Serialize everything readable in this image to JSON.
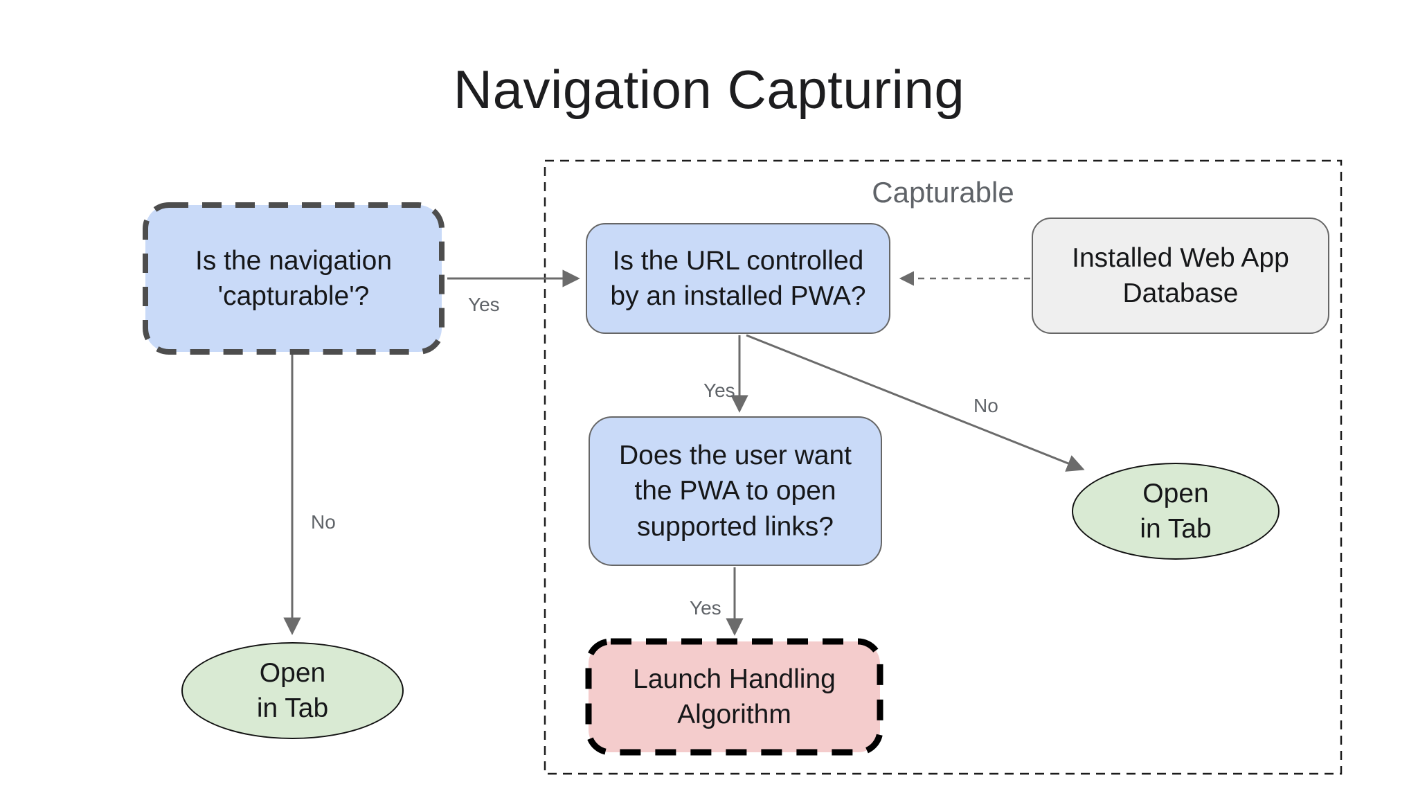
{
  "title": "Navigation Capturing",
  "colors": {
    "node-blue": "#c9daf8",
    "node-green": "#d9ead3",
    "node-red": "#f4cccc",
    "node-gray": "#efefef",
    "border-gray": "#666666",
    "border-dark": "#4d4d4d",
    "border-black": "#000000",
    "arrow-gray": "#6b6b6b",
    "label-gray": "#5f6368",
    "text-dark": "#161719"
  },
  "container": {
    "label": "Capturable"
  },
  "nodes": {
    "nav_capturable": {
      "line1": "Is the navigation",
      "line2": "'capturable'?"
    },
    "url_controlled": {
      "line1": "Is the URL controlled",
      "line2": "by an installed PWA?"
    },
    "installed_db": {
      "line1": "Installed Web App",
      "line2": "Database"
    },
    "user_wants": {
      "line1": "Does the user want",
      "line2": "the PWA to open",
      "line3": "supported links?"
    },
    "launch_handling": {
      "line1": "Launch Handling",
      "line2": "Algorithm"
    },
    "open_tab_left": {
      "line1": "Open",
      "line2": "in Tab"
    },
    "open_tab_right": {
      "line1": "Open",
      "line2": "in Tab"
    }
  },
  "edge_labels": {
    "nav_yes": "Yes",
    "nav_no": "No",
    "url_yes": "Yes",
    "url_no": "No",
    "user_yes": "Yes"
  }
}
